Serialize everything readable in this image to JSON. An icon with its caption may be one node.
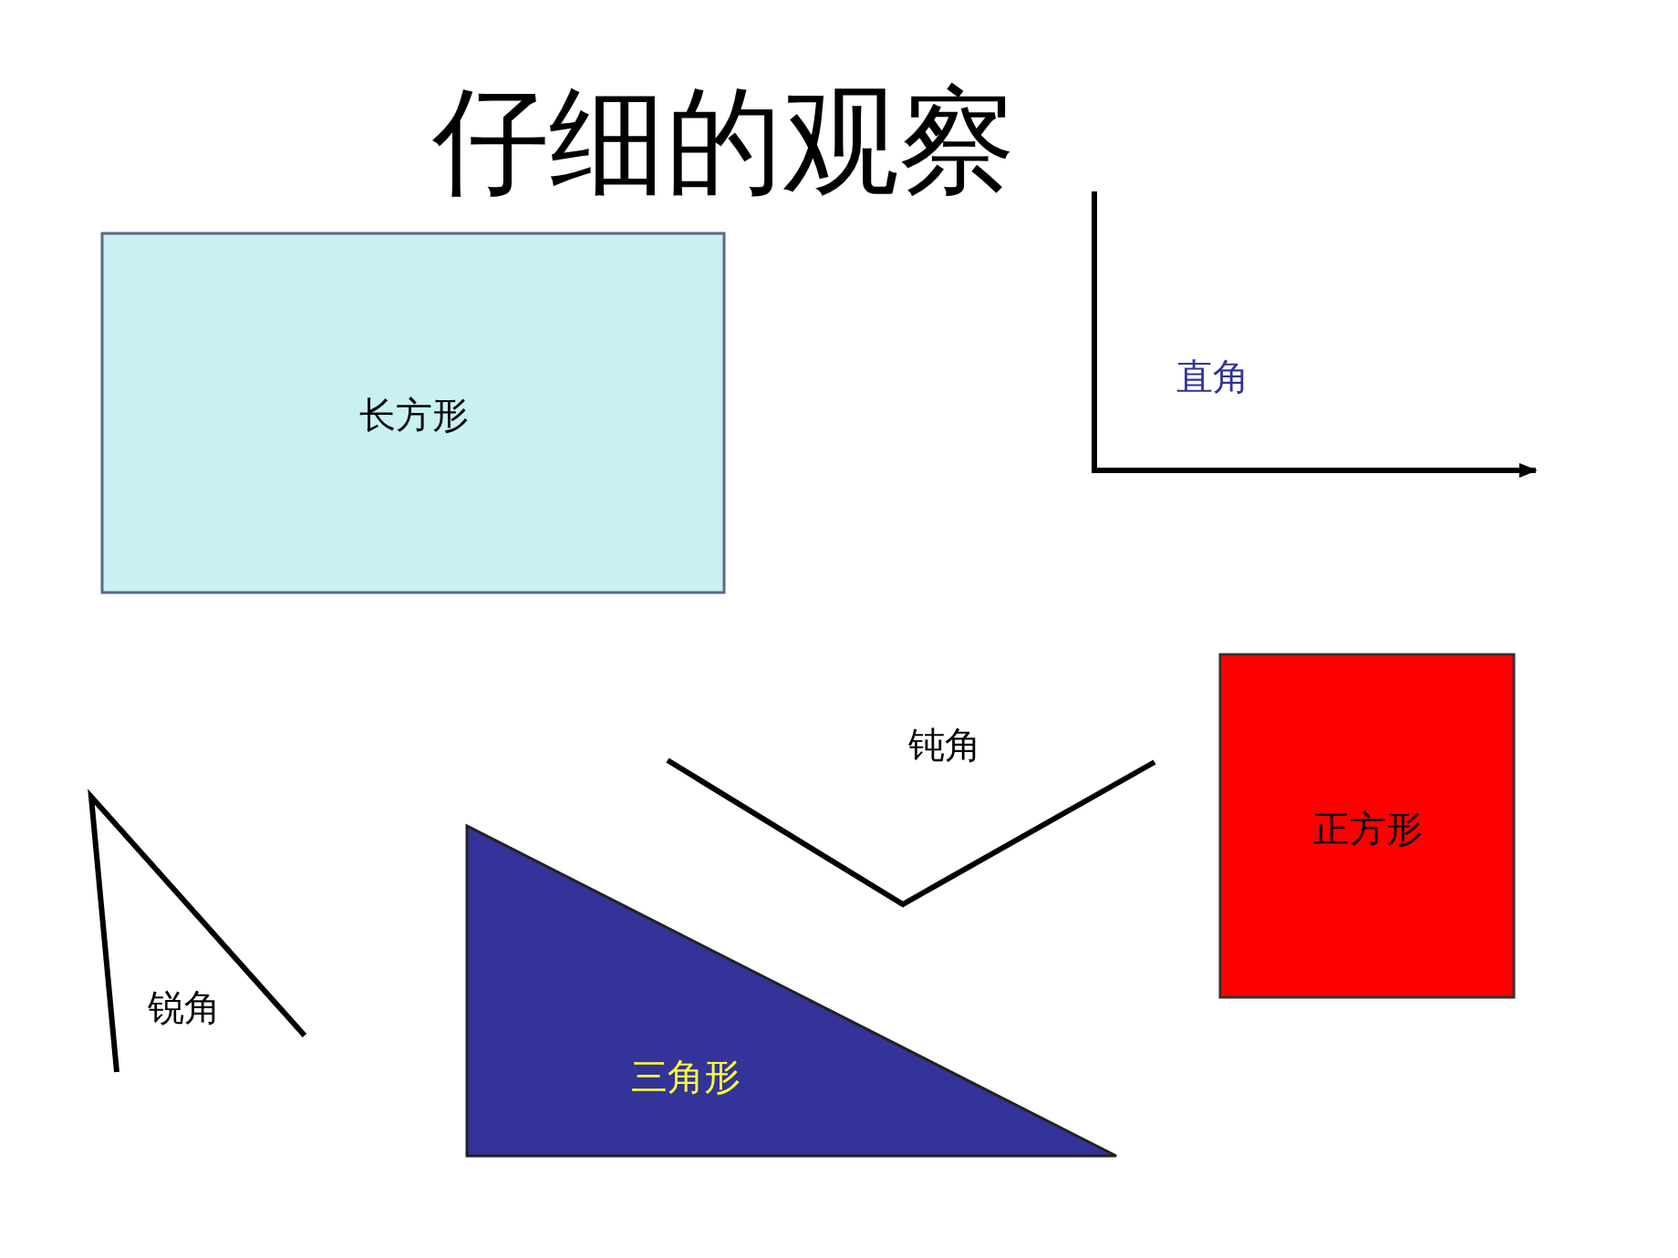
{
  "diagram": {
    "title": "仔细的观察",
    "nodes": [
      {
        "text": [
          "长方形"
        ]
      },
      {
        "text": [
          "正方形"
        ]
      },
      {
        "text": [
          "三角形"
        ]
      }
    ],
    "labels": [
      "直角",
      "钝角",
      "锐角"
    ]
  }
}
